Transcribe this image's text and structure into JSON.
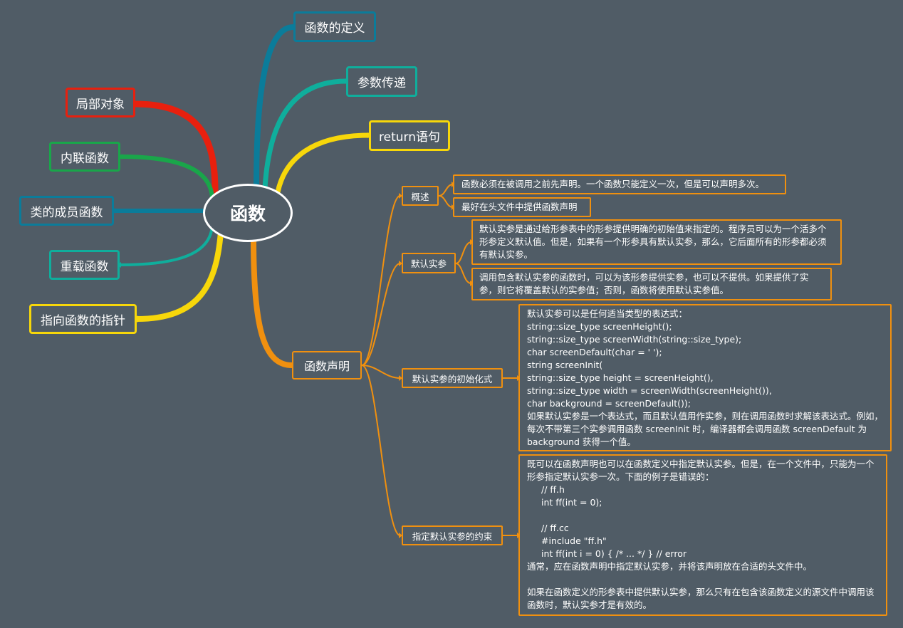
{
  "center": "函数",
  "left_branches": [
    {
      "id": "local",
      "label": "局部对象",
      "color": "#e8200e"
    },
    {
      "id": "inline",
      "label": "内联函数",
      "color": "#19a64a"
    },
    {
      "id": "member",
      "label": "类的成员函数",
      "color": "#0b7c9a"
    },
    {
      "id": "overload",
      "label": "重载函数",
      "color": "#0fae9c"
    },
    {
      "id": "pointer",
      "label": "指向函数的指针",
      "color": "#f7d70a"
    }
  ],
  "right_branches": [
    {
      "id": "definition",
      "label": "函数的定义",
      "color": "#0b7c9a"
    },
    {
      "id": "params",
      "label": "参数传递",
      "color": "#0fae9c"
    },
    {
      "id": "return",
      "label": "return语句",
      "color": "#f7d70a"
    },
    {
      "id": "declaration",
      "label": "函数声明",
      "color": "#f0900f"
    }
  ],
  "declaration": {
    "subtopics": [
      {
        "label": "概述"
      },
      {
        "label": "默认实参"
      },
      {
        "label": "默认实参的初始化式"
      },
      {
        "label": "指定默认实参的约束"
      }
    ],
    "overview_notes": [
      "函数必须在被调用之前先声明。一个函数只能定义一次，但是可以声明多次。",
      "最好在头文件中提供函数声明"
    ],
    "default_arg_notes": [
      "默认实参是通过给形参表中的形参提供明确的初始值来指定的。程序员可以为一个活多个形参定义默认值。但是，如果有一个形参具有默认实参，那么，它后面所有的形参都必须有默认实参。",
      "调用包含默认实参的函数时，可以为该形参提供实参，也可以不提供。如果提供了实参，则它将覆盖默认的实参值；否则，函数将使用默认实参值。"
    ],
    "init_note": {
      "intro": "默认实参可以是任何适当类型的表达式：",
      "code": [
        "string::size_type screenHeight();",
        "string::size_type screenWidth(string::size_type);",
        "char screenDefault(char = ' ');",
        "string screenInit(",
        "string::size_type height = screenHeight(),",
        "string::size_type width = screenWidth(screenHeight()),",
        "char background = screenDefault());"
      ],
      "explanation": "如果默认实参是一个表达式，而且默认值用作实参，则在调用函数时求解该表达式。例如，每次不带第三个实参调用函数 screenInit 时，编译器都会调用函数 screenDefault 为 background 获得一个值。"
    },
    "constraint_note": {
      "intro": "既可以在函数声明也可以在函数定义中指定默认实参。但是，在一个文件中，只能为一个形参指定默认实参一次。下面的例子是错误的：",
      "code1": [
        "// ff.h",
        "int ff(int = 0);"
      ],
      "code2": [
        "// ff.cc",
        "#include \"ff.h\"",
        "int ff(int i = 0) { /* ... */ } // error"
      ],
      "p1": "通常，应在函数声明中指定默认实参，并将该声明放在合适的头文件中。",
      "p2": "如果在函数定义的形参表中提供默认实参，那么只有在包含该函数定义的源文件中调用该函数时，默认实参才是有效的。"
    }
  }
}
